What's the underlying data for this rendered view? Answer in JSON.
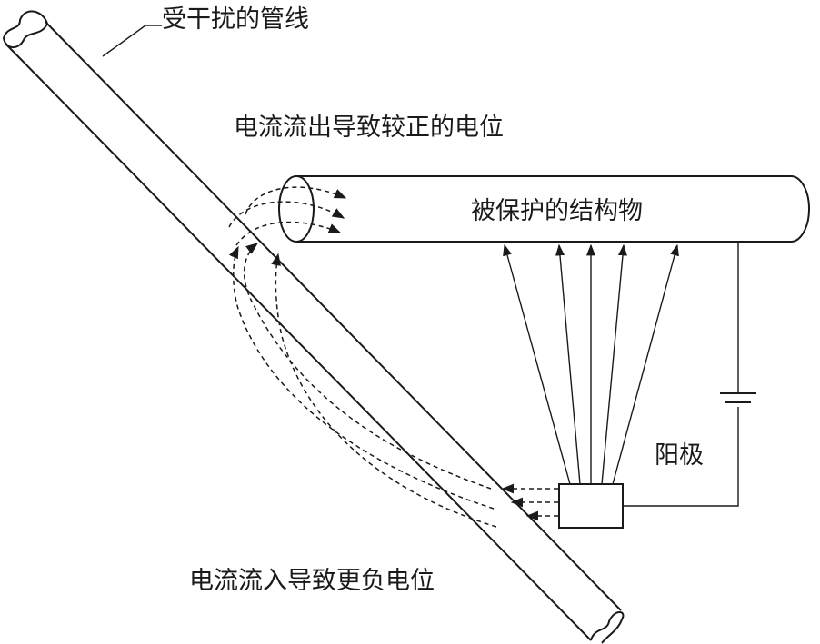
{
  "labels": {
    "interfered_pipe": "受干扰的管线",
    "current_out": "电流流出导致较正的电位",
    "protected_structure": "被保护的结构物",
    "anode": "阳极",
    "current_in": "电流流入导致更负电位"
  },
  "colors": {
    "line": "#1a1a1a",
    "background": "#ffffff"
  }
}
